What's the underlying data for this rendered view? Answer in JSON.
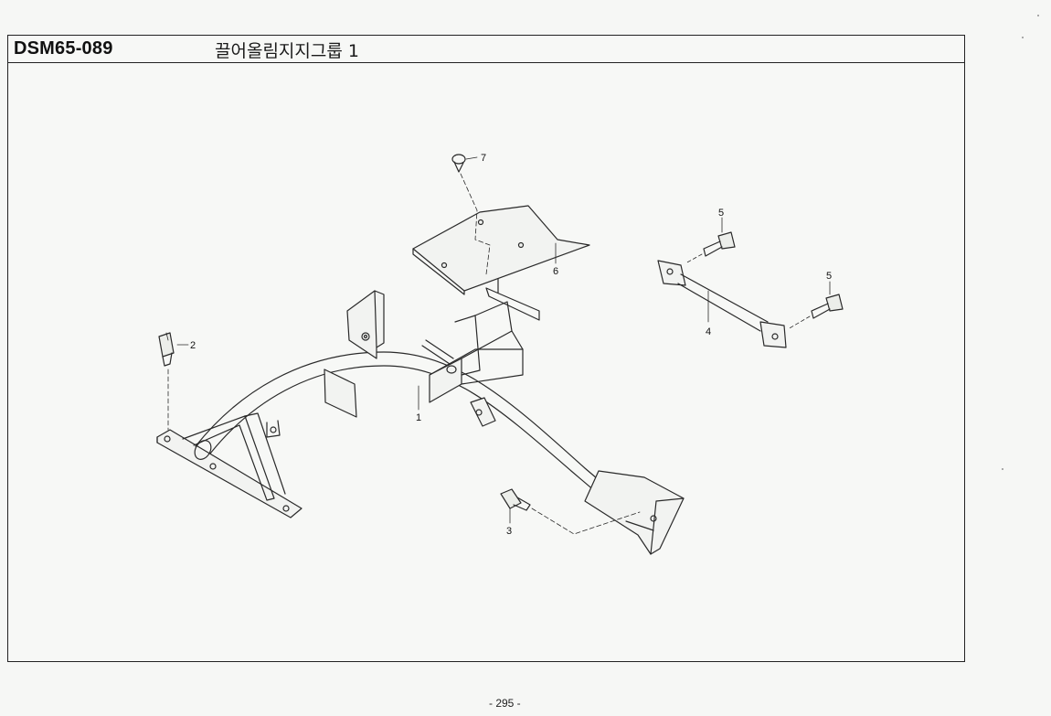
{
  "header": {
    "part_code": "DSM65-089",
    "group_title": "끌어올림지지그룹 1"
  },
  "callouts": {
    "frame": "1",
    "bolt_left": "2",
    "bolt_bottom": "3",
    "rod": "4",
    "rod_bolt_top": "5",
    "rod_bolt_right": "5",
    "plate": "6",
    "screw": "7"
  },
  "footer": {
    "page_number": "- 295 -"
  },
  "colors": {
    "line": "#2a2a2a",
    "paper": "#f7f8f6"
  }
}
